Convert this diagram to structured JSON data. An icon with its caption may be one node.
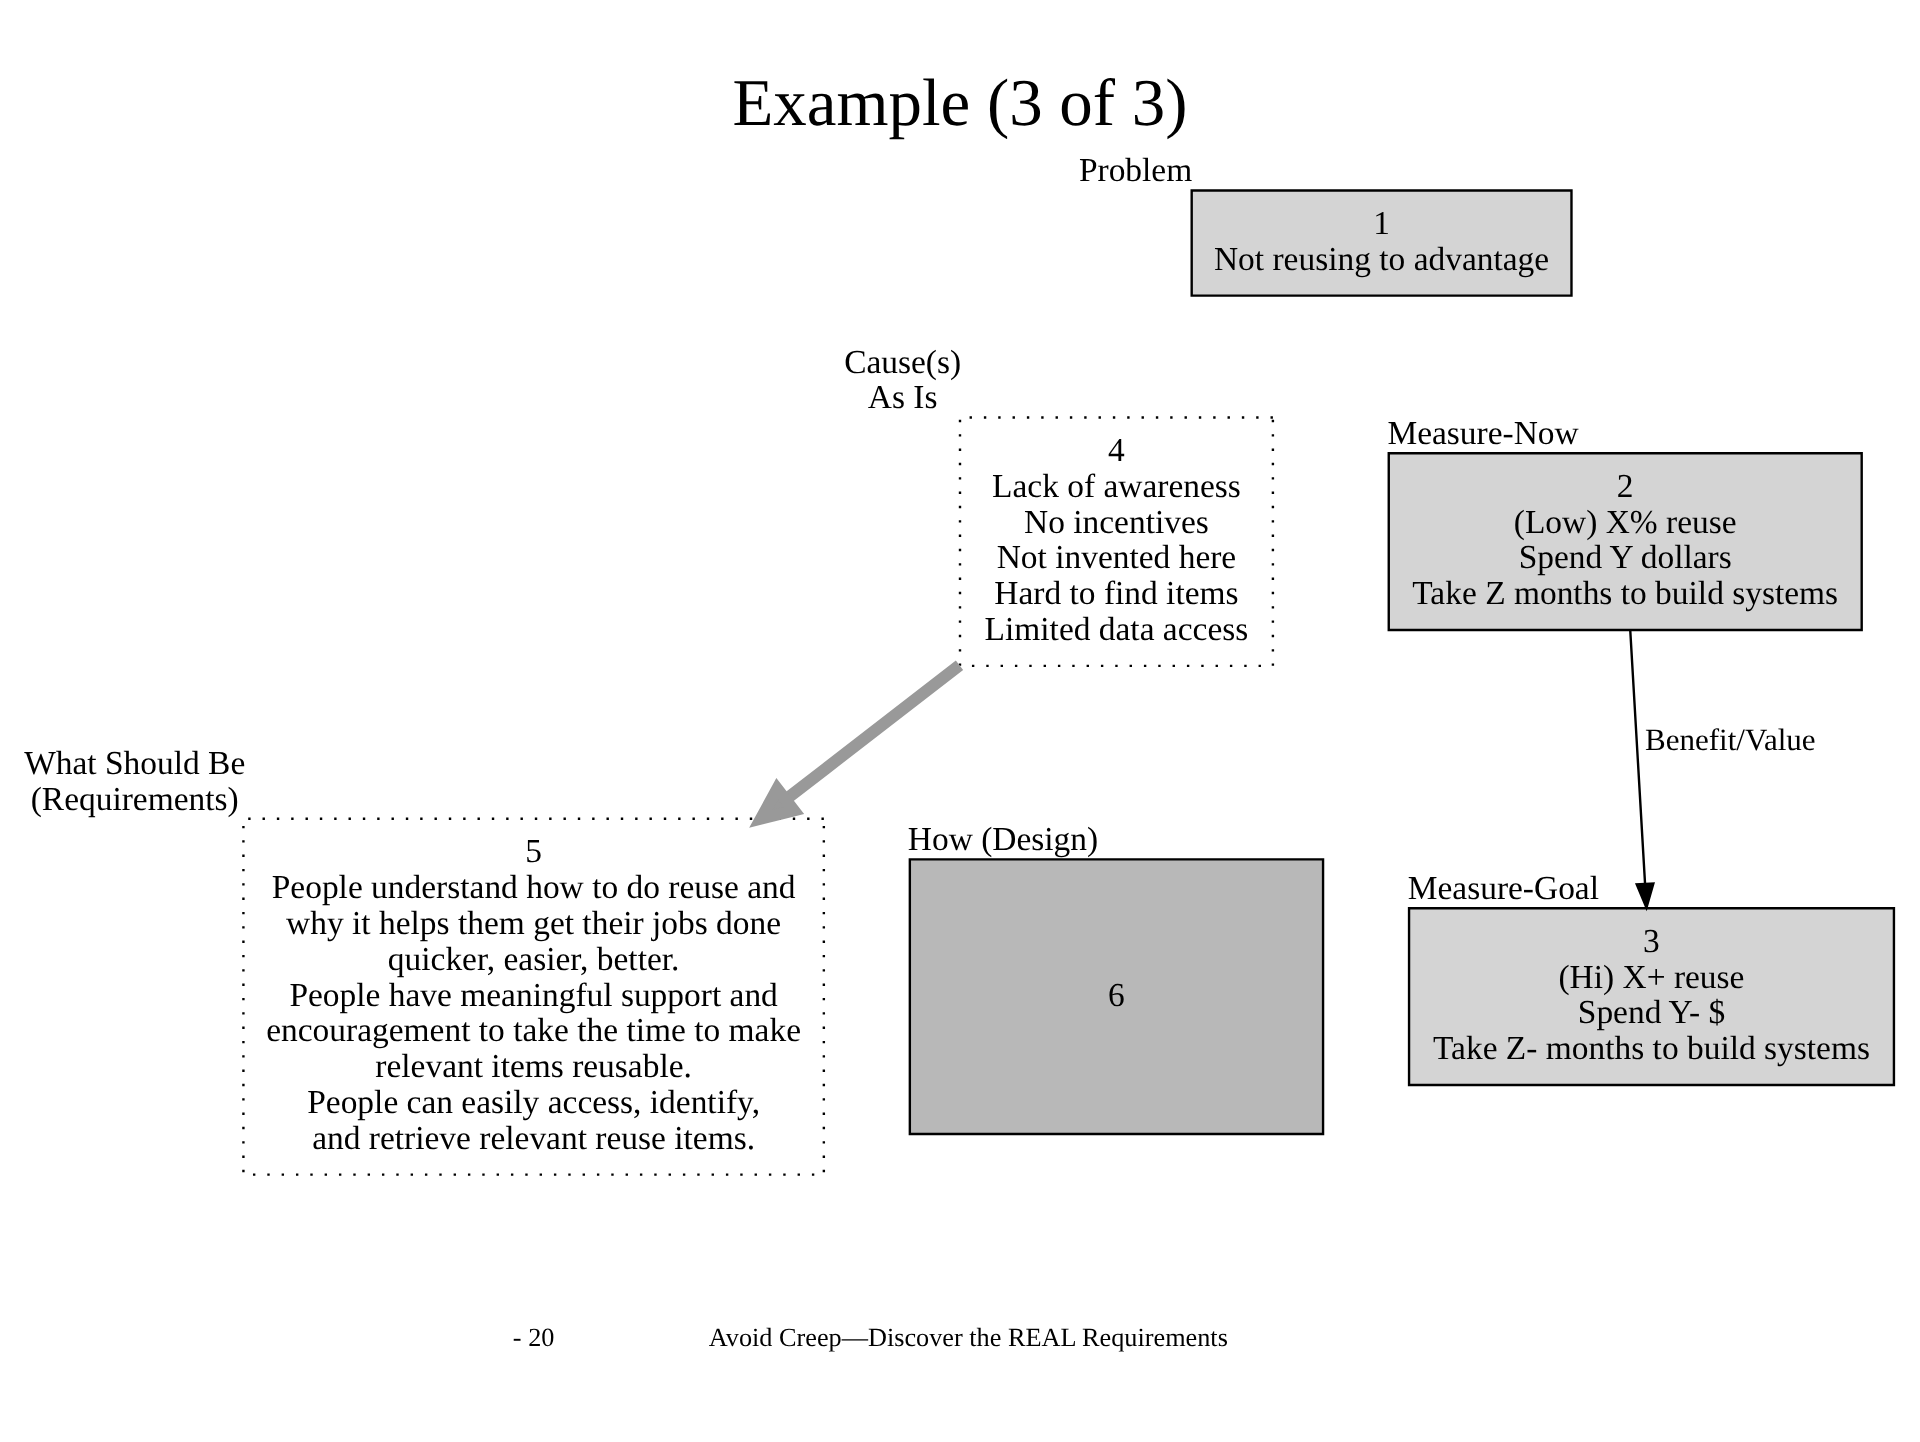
{
  "diagram": {
    "title": "Example (3 of 3)",
    "nodes": [
      {
        "text": [
          "1",
          "Not reusing to advantage"
        ],
        "beside": [
          "Problem"
        ]
      },
      {
        "text": [
          "4",
          "Lack of awareness",
          "No incentives",
          "Not invented here",
          "Hard to find items",
          "Limited data access"
        ],
        "beside": [
          "Cause(s)",
          "As Is"
        ]
      },
      {
        "text": [
          "2",
          "(Low) X% reuse",
          "Spend Y dollars",
          "Take Z months to build systems"
        ],
        "beside": [
          "Measure-Now"
        ]
      },
      {
        "text": [
          "5",
          "People understand how to do reuse and why it helps them get their jobs done quicker, easier, better.",
          "People have meaningful support and encouragement to take the time to make relevant items reusable.",
          "People can easily access, identify, and retrieve relevant reuse items."
        ],
        "beside": [
          "What Should Be",
          "(Requirements)"
        ]
      },
      {
        "text": [
          "6"
        ],
        "beside": [
          "How (Design)"
        ]
      },
      {
        "text": [
          "3",
          "(Hi) X+ reuse",
          "Spend Y- $",
          "Take Z- months to build systems"
        ],
        "beside": [
          "Measure-Goal"
        ]
      }
    ],
    "edges": [
      {
        "from": 1,
        "to": 3,
        "arrow": "to",
        "style": "thick",
        "color": "#999999"
      },
      {
        "from": 2,
        "to": 5,
        "arrow": "to",
        "label": "Benefit/Value",
        "color": "#000000"
      }
    ],
    "labels": [
      "- 20",
      "Avoid Creep—Discover the REAL Requirements"
    ]
  }
}
